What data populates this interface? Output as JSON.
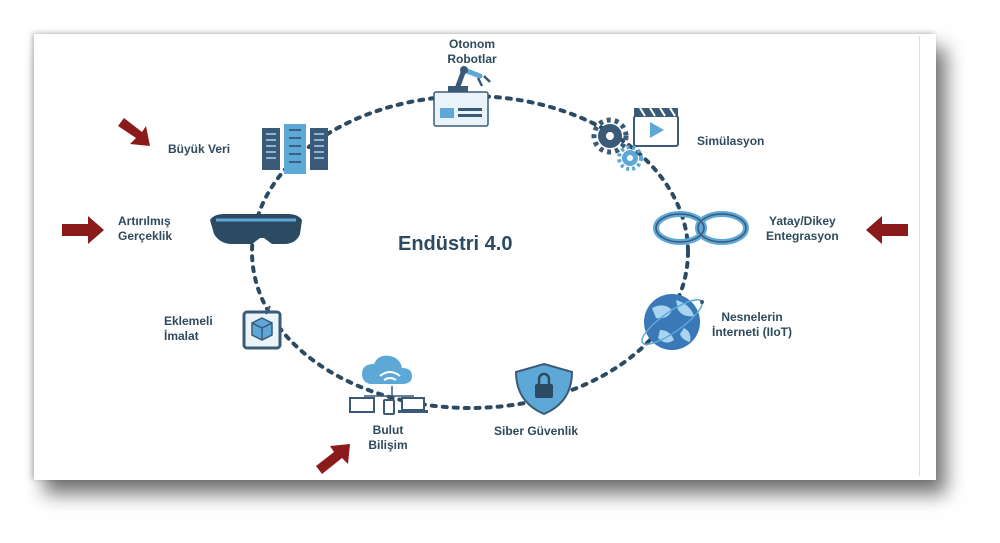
{
  "title": "Endüstri 4.0",
  "nodes": [
    {
      "id": "autonomous-robots",
      "label": "Otonom\nRobotlar",
      "icon": "robot-arm-icon"
    },
    {
      "id": "simulation",
      "label": "Simülasyon",
      "icon": "gears-video-icon"
    },
    {
      "id": "integration",
      "label": "Yatay/Dikey\nEntegrasyon",
      "icon": "link-icon"
    },
    {
      "id": "iot",
      "label": "Nesnelerin\nİnterneti (IIoT)",
      "icon": "globe-icon"
    },
    {
      "id": "cybersecurity",
      "label": "Siber Güvenlik",
      "icon": "shield-lock-icon"
    },
    {
      "id": "cloud",
      "label": "Bulut\nBilişim",
      "icon": "cloud-devices-icon"
    },
    {
      "id": "additive",
      "label": "Eklemeli\nİmalat",
      "icon": "3d-printer-icon"
    },
    {
      "id": "ar",
      "label": "Artırılmış\nGerçeklik",
      "icon": "vr-goggles-icon"
    },
    {
      "id": "bigdata",
      "label": "Büyük Veri",
      "icon": "server-rack-icon"
    }
  ],
  "colors": {
    "ring": "#2c4a62",
    "icon_dark": "#3a5a78",
    "icon_light": "#5ea8d8",
    "arrow": "#8b1a1a",
    "text": "#2e4a5c"
  }
}
